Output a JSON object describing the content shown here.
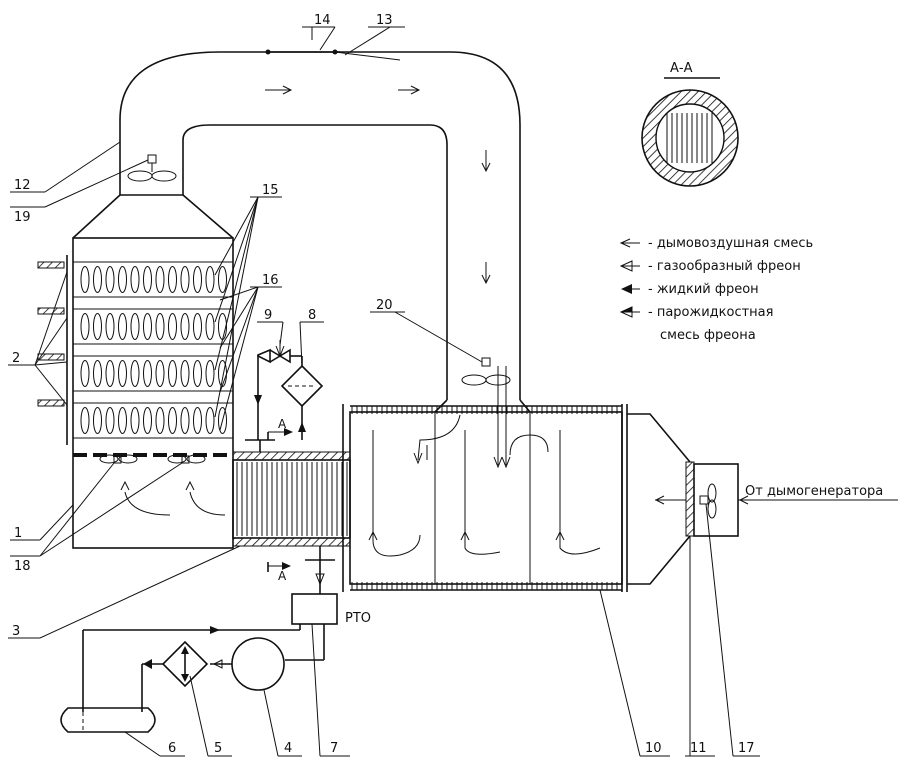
{
  "labels": {
    "n1": "1",
    "n2": "2",
    "n3": "3",
    "n4": "4",
    "n5": "5",
    "n6": "6",
    "n7": "7",
    "n8": "8",
    "n9": "9",
    "n10": "10",
    "n11": "11",
    "n12": "12",
    "n13": "13",
    "n14": "14",
    "n15": "15",
    "n16": "16",
    "n17": "17",
    "n18": "18",
    "n19": "19",
    "n20": "20"
  },
  "texts": {
    "section": "А-А",
    "rto": "РТО",
    "smoke_gen": "От дымогенератора",
    "section_mark": "А"
  },
  "legend": [
    {
      "arrow": "open-thin",
      "text": "- дымовоздушная смесь"
    },
    {
      "arrow": "open-triangle",
      "text": "- газообразный фреон"
    },
    {
      "arrow": "filled-triangle",
      "text": "- жидкий фреон"
    },
    {
      "arrow": "half-filled-triangle",
      "text": "- парожидкостная"
    },
    {
      "arrow": "none",
      "text": "смесь фреона"
    }
  ]
}
